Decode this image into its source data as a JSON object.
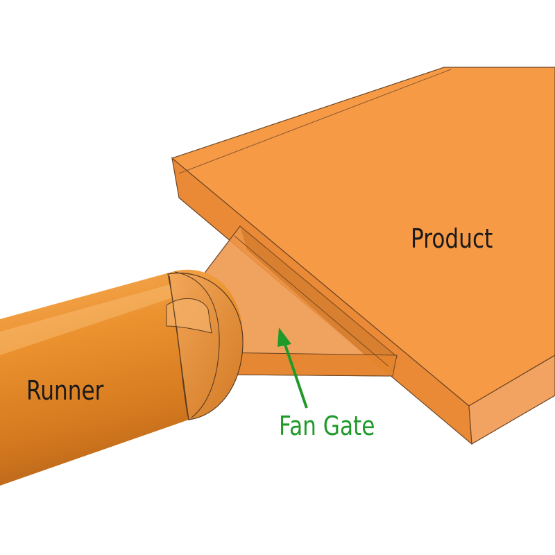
{
  "labels": {
    "product": "Product",
    "runner": "Runner",
    "fan_gate": "Fan Gate"
  },
  "colors": {
    "product_top": "#f79a45",
    "product_front": "#e8842f",
    "product_side": "#f0a35b",
    "gate": "#ef9647",
    "runner_light": "#f6a64e",
    "runner_mid": "#e48a2e",
    "runner_dark": "#c06a17",
    "outline": "#5a3a20",
    "label_text": "#1a1a1a",
    "fan_gate_label": "#1f9a2a",
    "arrow": "#1f9a2a"
  }
}
